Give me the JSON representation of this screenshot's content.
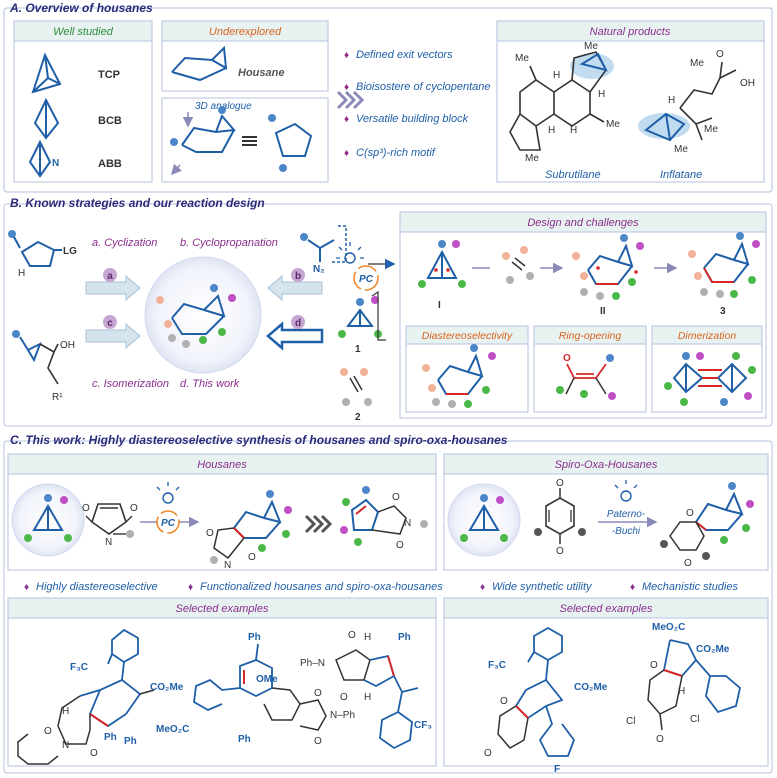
{
  "sectionA": {
    "title": "A. Overview of housanes",
    "well_studied": "Well studied",
    "tcp": "TCP",
    "bcb": "BCB",
    "abb": "ABB",
    "abb_n": "N",
    "underexplored": "Underexplored",
    "housane": "Housane",
    "analogue": "3D analogue",
    "features": [
      "Defined exit vectors",
      "Bioisostere of cyclopentane",
      "Versatile building block",
      "C(sp³)-rich motif"
    ],
    "natural_products": "Natural products",
    "subrutilane": "Subrutilane",
    "inflatane": "Inflatane",
    "labels": {
      "me": "Me",
      "h": "H",
      "o": "O",
      "oh": "OH"
    }
  },
  "sectionB": {
    "title": "B. Known strategies and our reaction design",
    "lg": "LG",
    "n2": "N₂",
    "oh": "OH",
    "r1": "R¹",
    "cyclization": "a. Cyclization",
    "cyclopropanation": "b. Cyclopropanation",
    "isomerization": "c. Isomerization",
    "this_work": "d. This work",
    "badges": [
      "a",
      "b",
      "c",
      "d"
    ],
    "pc": "PC",
    "compound1": "1",
    "compound2": "2",
    "design_title": "Design and challenges",
    "int1": "I",
    "int2": "II",
    "product3": "3",
    "diastereo": "Diastereoselectivity",
    "ring_opening": "Ring-opening",
    "dimerization": "Dimerization",
    "o": "O"
  },
  "sectionC": {
    "title": "C. This work: Highly diastereoselective synthesis of housanes and spiro-oxa-housanes",
    "housanes": "Housanes",
    "spiro": "Spiro-Oxa-Housanes",
    "pc": "PC",
    "paterno1": "Paterno-",
    "paterno2": "-Buchi",
    "features": [
      "Highly  diastereoselective",
      "Functionalized housanes and spiro-oxa-housanes",
      "Wide synthetic utility",
      "Mechanistic studies"
    ],
    "selected1": "Selected examples",
    "selected2": "Selected examples",
    "labels": {
      "f3c": "F₃C",
      "co2me": "CO₂Me",
      "meo2c": "MeO₂C",
      "ph": "Ph",
      "ome": "OMe",
      "n": "N",
      "o": "O",
      "h": "H",
      "cf3": "CF₃",
      "f": "F",
      "cl": "Cl",
      "nph": "N–Ph",
      "phn": "Ph–N"
    }
  },
  "colors": {
    "frame": "#b6c2e2",
    "header_bg": "#e8f3f1",
    "blue": "#1f5fa8",
    "green_text": "#2e8b3d",
    "orange_text": "#d8621c",
    "purple": "#8a2d8c",
    "magenta": "#b24fc0",
    "blue_atom": "#4a86c8",
    "green_atom": "#4cb848",
    "pink_atom": "#c04fc5",
    "peach_atom": "#f2b29a",
    "grey_atom": "#b0b0b0",
    "red_bond": "#d62828",
    "arrow_grey": "#8a8ab8"
  }
}
